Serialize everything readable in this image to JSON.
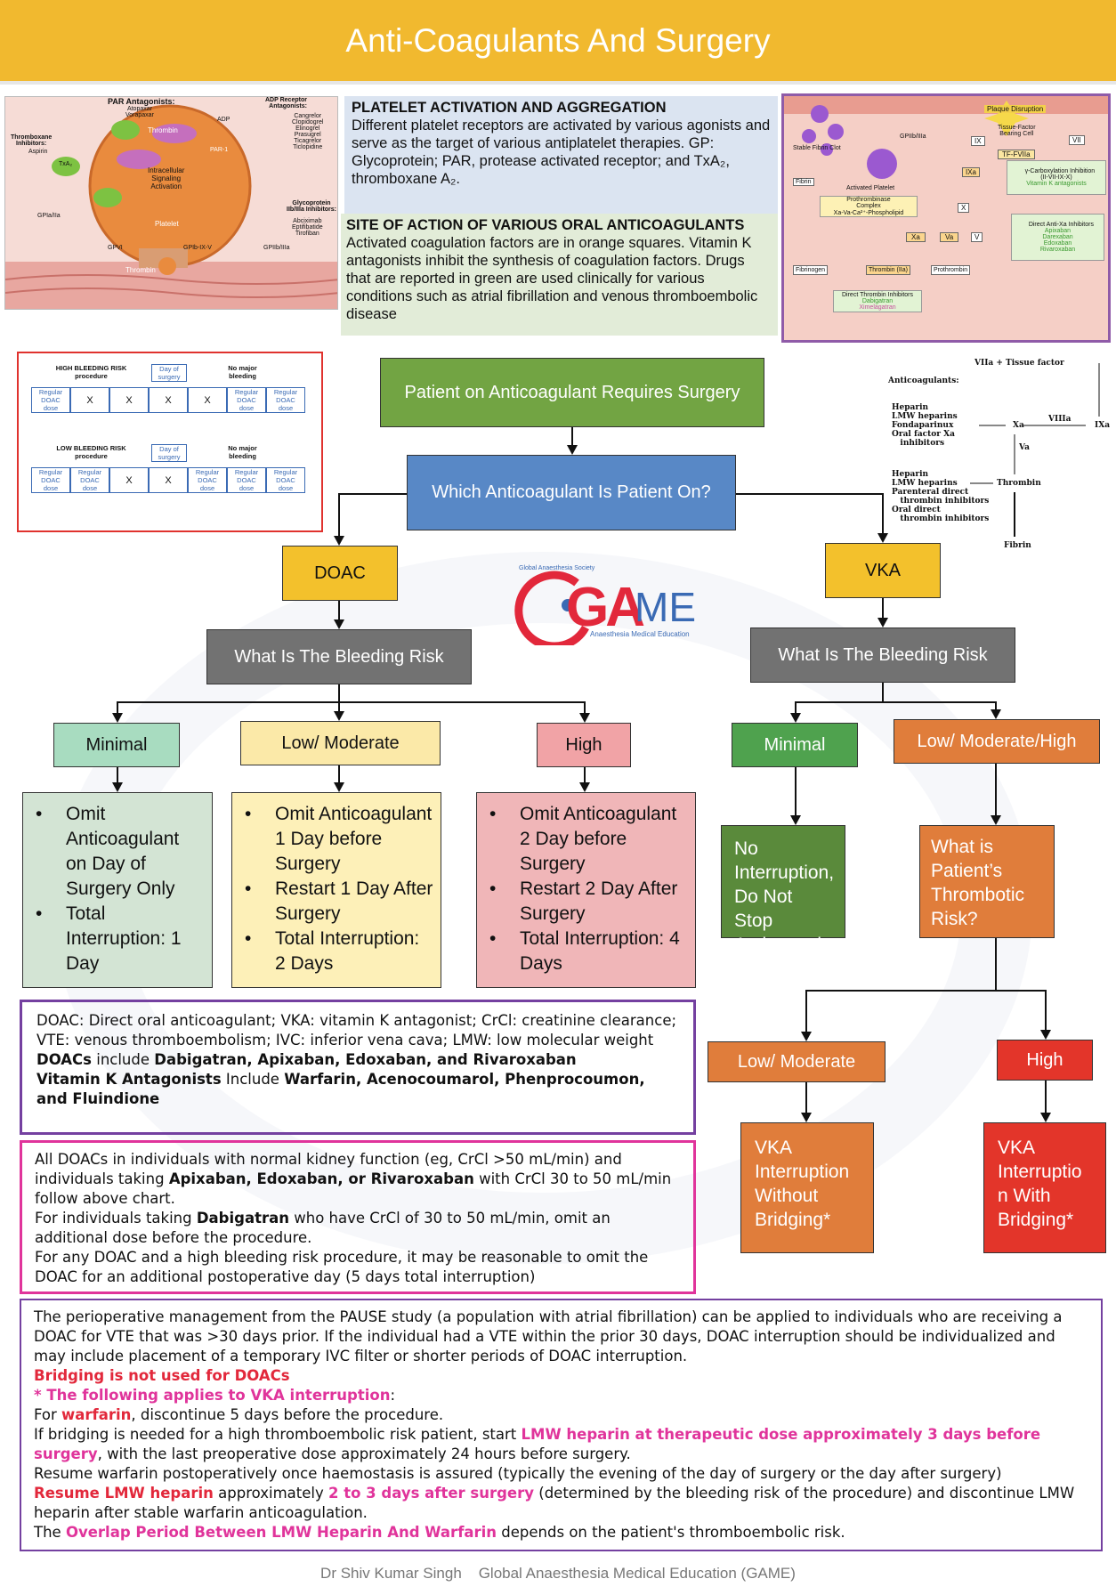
{
  "header": {
    "title": "Anti-Coagulants And Surgery"
  },
  "platelet_fig": {
    "par": "PAR Antagonists:",
    "par_drugs": "Atopaxar\nVorapaxar",
    "adp": "ADP Receptor\nAntagonists:",
    "adp_drugs": "Cangrelor\nClopidogrel\nElinogrel\nPrasugrel\nTicagrelor\nTiclopidine",
    "txa": "Thromboxane\nInhibitors:",
    "txa_drug": "Aspirin",
    "gp": "Glycoprotein\nIIb/IIIa Inhibitors:",
    "gp_drugs": "Abciximab\nEptifibatide\nTirofiban",
    "thrombin": "Thrombin",
    "signal": "Intracellular\nSignaling\nActivation",
    "platelet": "Platelet",
    "gpia": "GPIa/IIa",
    "gpvi": "GPVI",
    "gpib": "GPIb-IX-V",
    "gpiib": "GPIIb/IIIa",
    "txa2": "TxA₂",
    "adp_tag": "ADP",
    "par_tag": "PAR-1"
  },
  "info": {
    "h1": "PLATELET ACTIVATION AND AGGREGATION",
    "p1": "Different platelet receptors are activated by various agonists and serve as the target of various antiplatelet therapies. GP:  Glycoprotein; PAR, protease activated receptor; and TxA₂, thromboxane A₂.",
    "h2": "SITE OF ACTION OF VARIOUS ORAL ANTICOAGULANTS",
    "p2": "Activated coagulation factors are in orange squares. Vitamin K antagonists inhibit the synthesis of coagulation factors. Drugs that are reported in green are used clinically for various conditions such as atrial fibrillation and venous thromboembolic disease"
  },
  "coag_fig": {
    "plaque": "Plaque Disruption",
    "tf": "Tissue-Factor\nBearing Cell",
    "tfviia": "TF-FVIIa",
    "gpiib": "GPIIb/IIIa",
    "stable": "Stable Fibrin Clot",
    "fibrin": "Fibrin",
    "activated": "Activated Platelet",
    "prothrombinase": "Prothrombinase\nComplex\nXa-Va-Ca²⁺-Phospholipid",
    "ix": "IX",
    "ixa": "IXa",
    "vii": "VII",
    "x": "X",
    "xa": "Xa",
    "va": "Va",
    "v": "V",
    "fibrinogen": "Fibrinogen",
    "thrombin": "Thrombin (IIa)",
    "prothrombin": "Prothrombin",
    "gamma": "γ-Carboxylation Inhibition\n(II-VII-IX-X)",
    "vka": "Vitamin K antagonists",
    "dti": "Direct Thrombin Inhibitors",
    "dabi": "Dabigatran",
    "xime": "Ximelagatran",
    "dxa": "Direct Anti-Xa Inhibitors",
    "dxa_drugs": "Apixaban\nDarexaban\nEdoxaban\nRivaroxaban"
  },
  "bleed_table": {
    "high_label": "HIGH BLEEDING RISK\nprocedure",
    "low_label": "LOW BLEEDING RISK\nprocedure",
    "day": "Day of\nsurgery",
    "nomajor": "No major\nbleeding",
    "high_row": [
      "Regular\nDOAC\ndose",
      "X",
      "X",
      "X",
      "X",
      "Regular\nDOAC\ndose",
      "Regular\nDOAC\ndose"
    ],
    "low_row": [
      "Regular\nDOAC\ndose",
      "Regular\nDOAC\ndose",
      "X",
      "X",
      "Regular\nDOAC\ndose",
      "Regular\nDOAC\ndose",
      "Regular\nDOAC\ndose"
    ]
  },
  "cascade": {
    "top": "VIIa + Tissue factor",
    "anti": "Anticoagulants:",
    "g1": "Heparin\nLMW heparins\nFondaparinux\nOral factor Xa\n   inhibitors",
    "xa": "Xa",
    "viiia": "VIIIa",
    "ixa": "IXa",
    "va": "Va",
    "g2": "Heparin\nLMW heparins\nParenteral direct\n   thrombin inhibitors\nOral direct\n   thrombin inhibitors",
    "thrombin": "Thrombin",
    "fibrin": "Fibrin"
  },
  "flow": {
    "start": "Patient on Anticoagulant Requires Surgery",
    "which": "Which Anticoagulant Is Patient On?",
    "doac": "DOAC",
    "vka": "VKA",
    "bleed_doac": "What Is The Bleeding Risk",
    "bleed_vka": "What Is The Bleeding Risk",
    "minimal": "Minimal",
    "lowmod": "Low/ Moderate",
    "high": "High",
    "vka_minimal": "Minimal",
    "vka_lmh": "Low/ Moderate/High",
    "minimal_items": [
      "Omit Anticoagulant on Day of Surgery Only",
      "Total Interruption: 1 Day"
    ],
    "lowmod_items": [
      "Omit Anticoagulant 1 Day before Surgery",
      "Restart 1 Day After Surgery",
      "Total Interruption: 2 Days"
    ],
    "high_items": [
      "Omit Anticoagulant 2 Day before Surgery",
      "Restart 2 Day After Surgery",
      "Total Interruption: 4 Days"
    ],
    "no_interrupt": "No Interruption, Do Not Stop Anticoagulant",
    "thrombotic": "What is Patient’s Thrombotic Risk?",
    "t_lowmod": "Low/ Moderate",
    "t_high": "High",
    "without": "VKA Interruption Without Bridging*",
    "with": "VKA Interruptio n With Bridging*"
  },
  "logo": {
    "text_ga": "GA",
    "text_me": "ME",
    "arc": "Global Anaesthesia Society",
    "sub": "Anaesthesia Medical Education"
  },
  "abbr": {
    "line1": "DOAC: Direct oral anticoagulant; VKA: vitamin K antagonist; CrCl: creatinine clearance; VTE: venous thromboembolism; IVC: inferior vena cava; LMW: low molecular weight",
    "doacs_b1": "DOACs",
    "doacs_t1": " include ",
    "doacs_b2": "Dabigatran, Apixaban, Edoxaban, and Rivaroxaban",
    "vka_b1": "Vitamin K Antagonists",
    "vka_t1": " Include ",
    "vka_b2": "Warfarin, Acenocoumarol, Phenprocoumon, and Fluindione"
  },
  "renal": {
    "t1": "All DOACs in individuals with normal kidney function (eg, CrCl >50 mL/min) and individuals taking ",
    "b1": "Apixaban, Edoxaban, or Rivaroxaban",
    "t2": " with CrCl 30 to 50 mL/min follow above chart.",
    "t3": "For individuals taking ",
    "b2": "Dabigatran",
    "t4": " who have CrCl of 30 to 50 mL/min, omit an additional dose before the procedure.",
    "t5": "For any DOAC and a high bleeding risk procedure, it may be reasonable to omit the DOAC for an additional postoperative day (5 days total interruption)"
  },
  "pause": {
    "p1": "The perioperative management from the PAUSE study (a population with atrial fibrillation) can be applied to individuals who are receiving a DOAC for VTE that was >30 days prior. If the individual had a VTE within the prior 30 days, DOAC interruption should be individualized and may include placement of a temporary IVC filter or shorter periods of DOAC interruption.",
    "bridging": "Bridging is not used for DOACs",
    "vka_head": "* The following applies to VKA interruption",
    "colon": ":",
    "w1": "For ",
    "w2": "warfarin",
    "w3": ", discontinue 5 days before the procedure.",
    "b1": "If bridging is needed for a high thromboembolic risk patient, start ",
    "b2": "LMW heparin at therapeutic dose approximately 3 days before surgery",
    "b3": ", with the last preoperative dose approximately 24 hours before surgery.",
    "r1": "Resume warfarin postoperatively once haemostasis is assured (typically the evening of the day of surgery or the day after surgery)",
    "l1": "Resume LMW heparin",
    "l2": " approximately ",
    "l3": "2 to 3 days after surgery",
    "l4": " (determined by the bleeding risk of the procedure) and discontinue LMW heparin after stable warfarin anticoagulation.",
    "o1": "The ",
    "o2": "Overlap Period Between LMW Heparin And Warfarin",
    "o3": " depends on the patient's thromboembolic risk."
  },
  "footer": {
    "author": "Dr Shiv Kumar Singh",
    "org": "Global Anaesthesia Medical Education (GAME)"
  }
}
